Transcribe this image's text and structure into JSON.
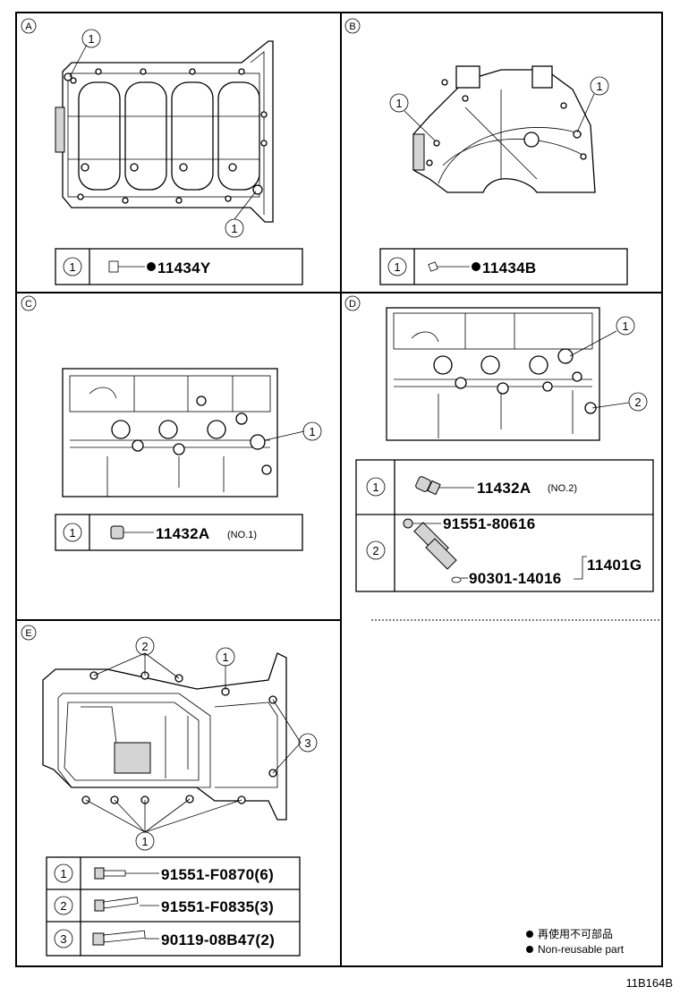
{
  "panels": {
    "A": {
      "letter": "A",
      "callouts": [
        "1",
        "1"
      ],
      "table": {
        "index": "1",
        "part": "11434Y"
      }
    },
    "B": {
      "letter": "B",
      "callouts": [
        "1",
        "1"
      ],
      "table": {
        "index": "1",
        "part": "11434B"
      }
    },
    "C": {
      "letter": "C",
      "callouts": [
        "1"
      ],
      "table": {
        "index": "1",
        "part": "11432A",
        "note": "(NO.1)"
      }
    },
    "D": {
      "letter": "D",
      "callouts": [
        "1",
        "2"
      ],
      "table": {
        "row1": {
          "index": "1",
          "part": "11432A",
          "note": "(NO.2)"
        },
        "row2": {
          "index": "2",
          "part_a": "91551-80616",
          "part_b": "90301-14016",
          "assembly": "11401G"
        }
      }
    },
    "E": {
      "letter": "E",
      "callouts": [
        "2",
        "1",
        "3",
        "1"
      ],
      "table": [
        {
          "index": "1",
          "part": "91551-F0870(6)"
        },
        {
          "index": "2",
          "part": "91551-F0835(3)"
        },
        {
          "index": "3",
          "part": "90119-08B47(2)"
        }
      ]
    }
  },
  "legend": {
    "cn": "再使用不可部品",
    "en": "Non-reusable part"
  },
  "figure_id": "11B164B"
}
